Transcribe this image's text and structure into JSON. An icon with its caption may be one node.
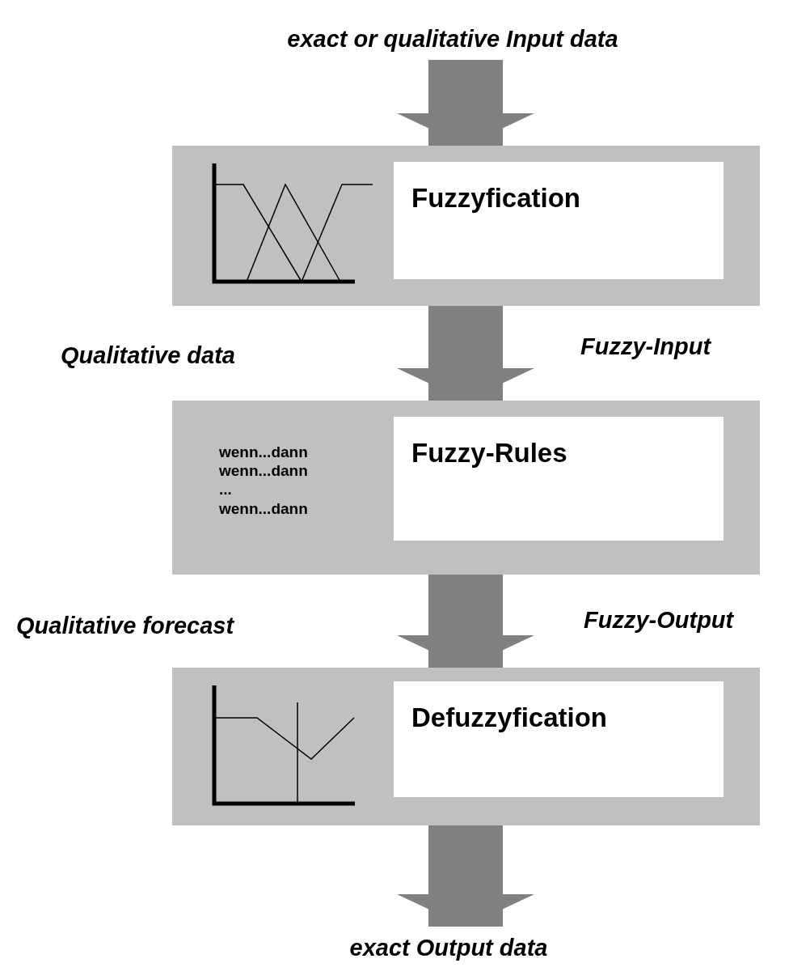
{
  "diagram": {
    "nodes": [
      {
        "text": [
          "exact or qualitative Input data"
        ]
      },
      {
        "text": [],
        "shape": "box"
      },
      {
        "text": [
          "Fuzzyfication"
        ],
        "in": 1
      },
      {
        "text": [
          "wenn...dann wenn...dann ... wenn...dann"
        ]
      },
      {
        "text": [
          "Fuzzy-Rules"
        ],
        "in": 3
      },
      {
        "text": [],
        "shape": "box"
      },
      {
        "text": [
          "Defuzzyfication"
        ],
        "in": 5
      },
      {
        "text": [
          "exact Output data"
        ]
      }
    ],
    "edges": [
      {
        "from": 0,
        "to": 1,
        "arrow": "to"
      },
      {
        "from": 1,
        "to": 3,
        "arrow": "to"
      },
      {
        "from": 3,
        "to": 5,
        "arrow": "to"
      },
      {
        "from": 5,
        "to": 7,
        "arrow": "to"
      }
    ],
    "labels": [
      "Qualitative data",
      "Fuzzy-Input",
      "Qualitative forecast",
      "Fuzzy-Output"
    ]
  }
}
